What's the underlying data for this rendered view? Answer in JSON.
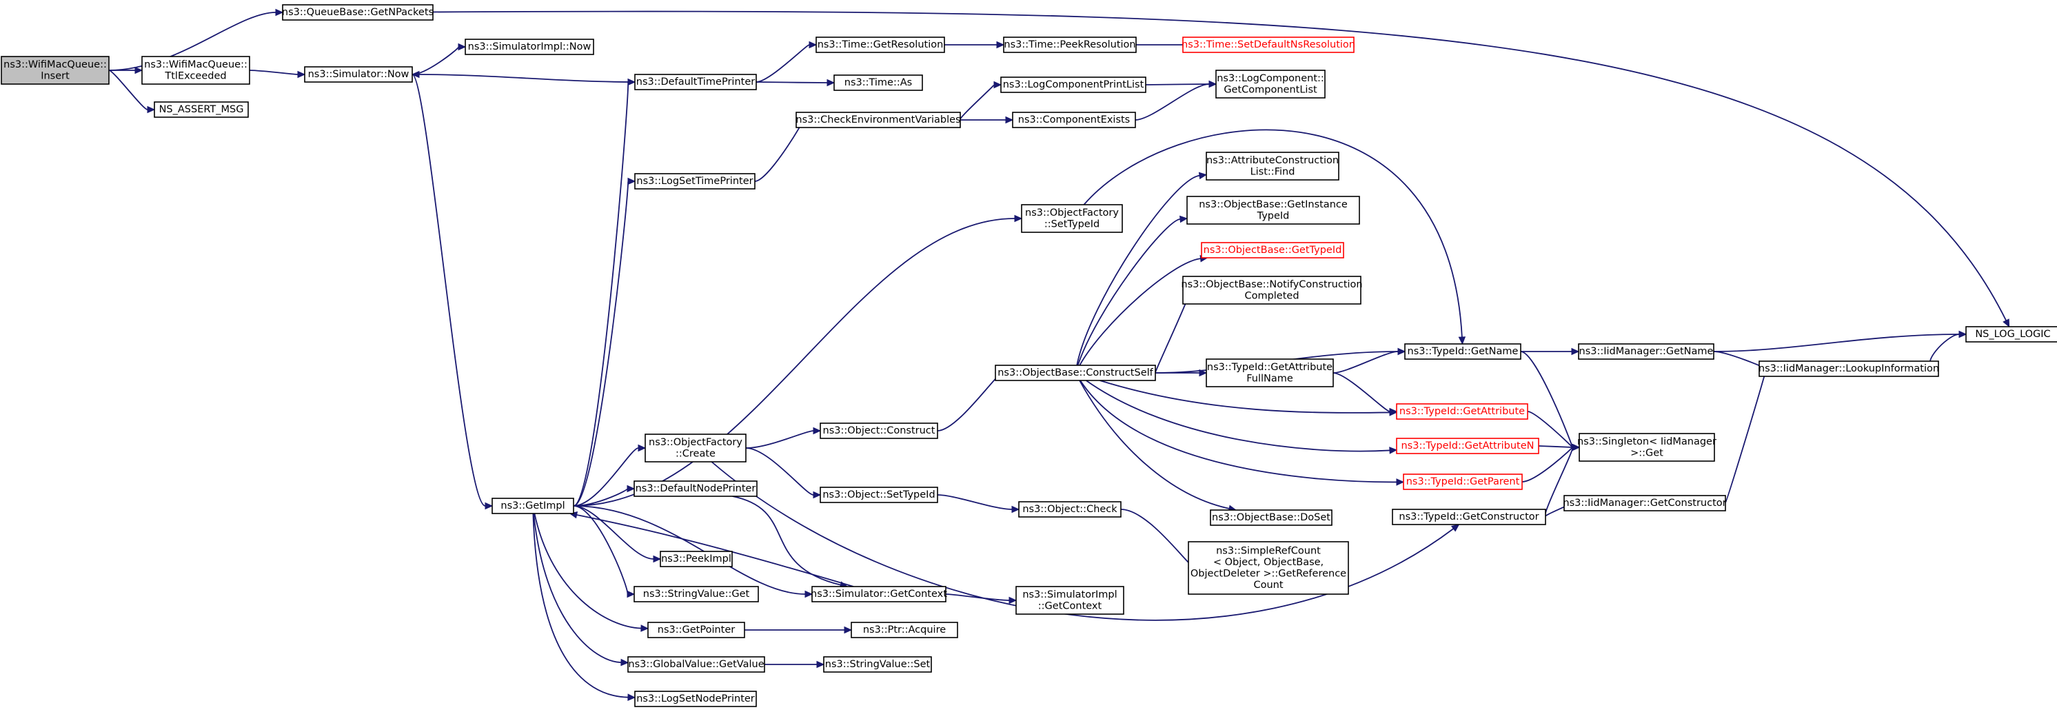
{
  "diagram": {
    "type": "call-graph",
    "colors": {
      "edge": "#191970",
      "root_fill": "#bfbfbf",
      "node_border": "#000000",
      "undocumented_border": "#ff0000"
    },
    "nodes": [
      {
        "id": "insert",
        "lines": [
          "ns3::WifiMacQueue::",
          "Insert"
        ],
        "style": "root"
      },
      {
        "id": "getnpackets",
        "lines": [
          "ns3::QueueBase::GetNPackets"
        ]
      },
      {
        "id": "ttlexceeded",
        "lines": [
          "ns3::WifiMacQueue::",
          "TtlExceeded"
        ]
      },
      {
        "id": "assert",
        "lines": [
          "NS_ASSERT_MSG"
        ]
      },
      {
        "id": "simnow",
        "lines": [
          "ns3::Simulator::Now"
        ]
      },
      {
        "id": "simimplnow",
        "lines": [
          "ns3::SimulatorImpl::Now"
        ]
      },
      {
        "id": "getimpl",
        "lines": [
          "ns3::GetImpl"
        ]
      },
      {
        "id": "deftimeprinter",
        "lines": [
          "ns3::DefaultTimePrinter"
        ]
      },
      {
        "id": "getresolution",
        "lines": [
          "ns3::Time::GetResolution"
        ]
      },
      {
        "id": "peekresolution",
        "lines": [
          "ns3::Time::PeekResolution"
        ]
      },
      {
        "id": "setdefaultns",
        "lines": [
          "ns3::Time::SetDefaultNsResolution"
        ],
        "style": "red"
      },
      {
        "id": "timeas",
        "lines": [
          "ns3::Time::As"
        ]
      },
      {
        "id": "checkenv",
        "lines": [
          "ns3::CheckEnvironmentVariables"
        ]
      },
      {
        "id": "logcompprintlist",
        "lines": [
          "ns3::LogComponentPrintList"
        ]
      },
      {
        "id": "getcomplist",
        "lines": [
          "ns3::LogComponent::",
          "GetComponentList"
        ]
      },
      {
        "id": "compexists",
        "lines": [
          "ns3::ComponentExists"
        ]
      },
      {
        "id": "logsettimeprinter",
        "lines": [
          "ns3::LogSetTimePrinter"
        ]
      },
      {
        "id": "objfactsettypeid",
        "lines": [
          "ns3::ObjectFactory",
          "::SetTypeId"
        ]
      },
      {
        "id": "attrconslistfind",
        "lines": [
          "ns3::AttributeConstruction",
          "List::Find"
        ]
      },
      {
        "id": "getinstancetypeid",
        "lines": [
          "ns3::ObjectBase::GetInstance",
          "TypeId"
        ]
      },
      {
        "id": "objbasegettypeid",
        "lines": [
          "ns3::ObjectBase::GetTypeId"
        ],
        "style": "red"
      },
      {
        "id": "notifyconstruction",
        "lines": [
          "ns3::ObjectBase::NotifyConstruction",
          "Completed"
        ]
      },
      {
        "id": "constructself",
        "lines": [
          "ns3::ObjectBase::ConstructSelf"
        ]
      },
      {
        "id": "getattrfullname",
        "lines": [
          "ns3::TypeId::GetAttribute",
          "FullName"
        ]
      },
      {
        "id": "typeidgetname",
        "lines": [
          "ns3::TypeId::GetName"
        ]
      },
      {
        "id": "iidmgrgetname",
        "lines": [
          "ns3::IidManager::GetName"
        ]
      },
      {
        "id": "nsloglogic",
        "lines": [
          "NS_LOG_LOGIC"
        ]
      },
      {
        "id": "lookupinfo",
        "lines": [
          "ns3::IidManager::LookupInformation"
        ]
      },
      {
        "id": "getattribute",
        "lines": [
          "ns3::TypeId::GetAttribute"
        ],
        "style": "red"
      },
      {
        "id": "getattributen",
        "lines": [
          "ns3::TypeId::GetAttributeN"
        ],
        "style": "red"
      },
      {
        "id": "getparent",
        "lines": [
          "ns3::TypeId::GetParent"
        ],
        "style": "red"
      },
      {
        "id": "singletonget",
        "lines": [
          "ns3::Singleton< IidManager",
          " >::Get"
        ]
      },
      {
        "id": "typeidgetconstructor",
        "lines": [
          "ns3::TypeId::GetConstructor"
        ]
      },
      {
        "id": "iidmgrgetconstructor",
        "lines": [
          "ns3::IidManager::GetConstructor"
        ]
      },
      {
        "id": "objfactcreate",
        "lines": [
          "ns3::ObjectFactory",
          "::Create"
        ]
      },
      {
        "id": "objconstruct",
        "lines": [
          "ns3::Object::Construct"
        ]
      },
      {
        "id": "defnodeprinter",
        "lines": [
          "ns3::DefaultNodePrinter"
        ]
      },
      {
        "id": "objsettypeid",
        "lines": [
          "ns3::Object::SetTypeId"
        ]
      },
      {
        "id": "objcheck",
        "lines": [
          "ns3::Object::Check"
        ]
      },
      {
        "id": "dosset",
        "lines": [
          "ns3::ObjectBase::DoSet"
        ]
      },
      {
        "id": "simplerefcount",
        "lines": [
          "ns3::SimpleRefCount",
          "< Object, ObjectBase,",
          " ObjectDeleter >::GetReference",
          "Count"
        ]
      },
      {
        "id": "peekimpl",
        "lines": [
          "ns3::PeekImpl"
        ]
      },
      {
        "id": "stringvalueget",
        "lines": [
          "ns3::StringValue::Get"
        ]
      },
      {
        "id": "simgetcontext",
        "lines": [
          "ns3::Simulator::GetContext"
        ]
      },
      {
        "id": "simimplgetcontext",
        "lines": [
          "ns3::SimulatorImpl",
          "::GetContext"
        ]
      },
      {
        "id": "getpointer",
        "lines": [
          "ns3::GetPointer"
        ]
      },
      {
        "id": "ptracquire",
        "lines": [
          "ns3::Ptr::Acquire"
        ]
      },
      {
        "id": "globalvaluegetvalue",
        "lines": [
          "ns3::GlobalValue::GetValue"
        ]
      },
      {
        "id": "stringvalueset",
        "lines": [
          "ns3::StringValue::Set"
        ]
      },
      {
        "id": "logsetnodeprinter",
        "lines": [
          "ns3::LogSetNodePrinter"
        ]
      }
    ],
    "edges": [
      [
        "insert",
        "getnpackets"
      ],
      [
        "insert",
        "ttlexceeded"
      ],
      [
        "insert",
        "assert"
      ],
      [
        "getnpackets",
        "nsloglogic"
      ],
      [
        "ttlexceeded",
        "simnow"
      ],
      [
        "simnow",
        "simimplnow"
      ],
      [
        "simnow",
        "getimpl"
      ],
      [
        "deftimeprinter",
        "simnow"
      ],
      [
        "deftimeprinter",
        "getresolution"
      ],
      [
        "deftimeprinter",
        "timeas"
      ],
      [
        "getresolution",
        "peekresolution"
      ],
      [
        "peekresolution",
        "setdefaultns"
      ],
      [
        "checkenv",
        "logcompprintlist"
      ],
      [
        "checkenv",
        "compexists"
      ],
      [
        "logcompprintlist",
        "getcomplist"
      ],
      [
        "compexists",
        "getcomplist"
      ],
      [
        "logsettimeprinter",
        "checkenv"
      ],
      [
        "getimpl",
        "deftimeprinter"
      ],
      [
        "getimpl",
        "logsettimeprinter"
      ],
      [
        "getimpl",
        "objfactsettypeid"
      ],
      [
        "getimpl",
        "objfactcreate"
      ],
      [
        "getimpl",
        "defnodeprinter"
      ],
      [
        "getimpl",
        "peekimpl"
      ],
      [
        "getimpl",
        "stringvalueget"
      ],
      [
        "getimpl",
        "simgetcontext"
      ],
      [
        "getimpl",
        "getpointer"
      ],
      [
        "getimpl",
        "globalvaluegetvalue"
      ],
      [
        "getimpl",
        "logsetnodeprinter"
      ],
      [
        "objfactsettypeid",
        "typeidgetname"
      ],
      [
        "constructself",
        "attrconslistfind"
      ],
      [
        "constructself",
        "getinstancetypeid"
      ],
      [
        "constructself",
        "objbasegettypeid"
      ],
      [
        "constructself",
        "notifyconstruction"
      ],
      [
        "constructself",
        "typeidgetname"
      ],
      [
        "constructself",
        "getattrfullname"
      ],
      [
        "constructself",
        "getattribute"
      ],
      [
        "constructself",
        "getattributen"
      ],
      [
        "constructself",
        "getparent"
      ],
      [
        "constructself",
        "dosset"
      ],
      [
        "getattrfullname",
        "typeidgetname"
      ],
      [
        "getattrfullname",
        "getattribute"
      ],
      [
        "typeidgetname",
        "iidmgrgetname"
      ],
      [
        "typeidgetname",
        "singletonget"
      ],
      [
        "iidmgrgetname",
        "nsloglogic"
      ],
      [
        "iidmgrgetname",
        "lookupinfo"
      ],
      [
        "lookupinfo",
        "nsloglogic"
      ],
      [
        "getattribute",
        "singletonget"
      ],
      [
        "getattributen",
        "singletonget"
      ],
      [
        "getparent",
        "singletonget"
      ],
      [
        "typeidgetconstructor",
        "singletonget"
      ],
      [
        "typeidgetconstructor",
        "iidmgrgetconstructor"
      ],
      [
        "iidmgrgetconstructor",
        "lookupinfo"
      ],
      [
        "objfactcreate",
        "objconstruct"
      ],
      [
        "objfactcreate",
        "objsettypeid"
      ],
      [
        "objfactcreate",
        "typeidgetconstructor"
      ],
      [
        "objconstruct",
        "constructself"
      ],
      [
        "defnodeprinter",
        "simgetcontext"
      ],
      [
        "objsettypeid",
        "objcheck"
      ],
      [
        "objcheck",
        "simplerefcount"
      ],
      [
        "simgetcontext",
        "getimpl"
      ],
      [
        "simgetcontext",
        "simimplgetcontext"
      ],
      [
        "getpointer",
        "ptracquire"
      ],
      [
        "globalvaluegetvalue",
        "stringvalueset"
      ]
    ]
  }
}
